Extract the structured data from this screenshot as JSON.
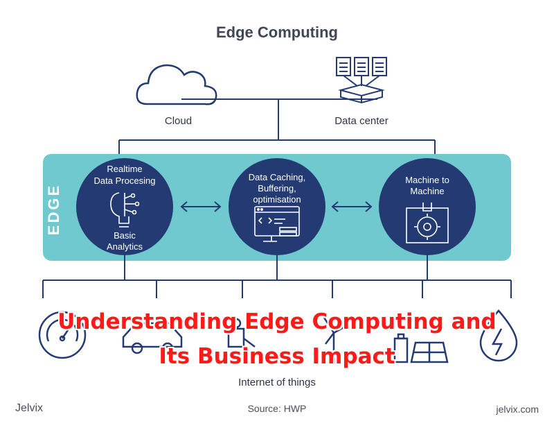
{
  "title": "Edge Computing",
  "top_nodes": {
    "cloud": "Cloud",
    "data_center": "Data center"
  },
  "edge_label": "EDGE",
  "edge_nodes": [
    {
      "line1": "Realtime",
      "line2": "Data Procesing",
      "line3": "Basic",
      "line4": "Analytics"
    },
    {
      "line1": "Data Caching,",
      "line2": "Buffering,",
      "line3": "optimisation"
    },
    {
      "line1": "Machine to",
      "line2": "Machine"
    }
  ],
  "iot_label": "Internet of things",
  "overlay": {
    "line1": "Understanding Edge Computing and",
    "line2": "Its Business Impact"
  },
  "footer": {
    "brand": "Jelvix",
    "source": "Source: HWP",
    "site": "jelvix.com"
  },
  "colors": {
    "navy": "#243a73",
    "teal": "#6fc9cf",
    "overlay_red": "#ff1a1a"
  },
  "icons": [
    "cloud-icon",
    "data-center-icon",
    "brain-circuit-icon",
    "code-monitor-icon",
    "gear-wrench-icon",
    "speedometer-icon",
    "car-icon",
    "robot-icon",
    "wind-turbine-icon",
    "solar-battery-icon",
    "water-energy-icon"
  ]
}
